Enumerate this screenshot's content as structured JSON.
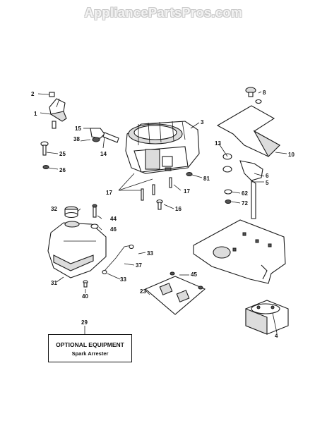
{
  "watermark": "AppliancePartsPros.com",
  "optional_equipment": {
    "callout": "29",
    "title": "OPTIONAL EQUIPMENT",
    "item": "Spark Arrester"
  },
  "callouts": {
    "c1": "1",
    "c2": "2",
    "c3": "3",
    "c4": "4",
    "c5": "5",
    "c6": "6",
    "c8": "8",
    "c10": "10",
    "c13": "13",
    "c14": "14",
    "c15": "15",
    "c16": "16",
    "c17a": "17",
    "c17b": "17",
    "c23": "23",
    "c25": "25",
    "c26": "26",
    "c31": "31",
    "c32": "32",
    "c33a": "33",
    "c33b": "33",
    "c37": "37",
    "c38": "38",
    "c40": "40",
    "c44": "44",
    "c45": "45",
    "c46": "46",
    "c62": "62",
    "c72": "72",
    "c81": "81"
  }
}
